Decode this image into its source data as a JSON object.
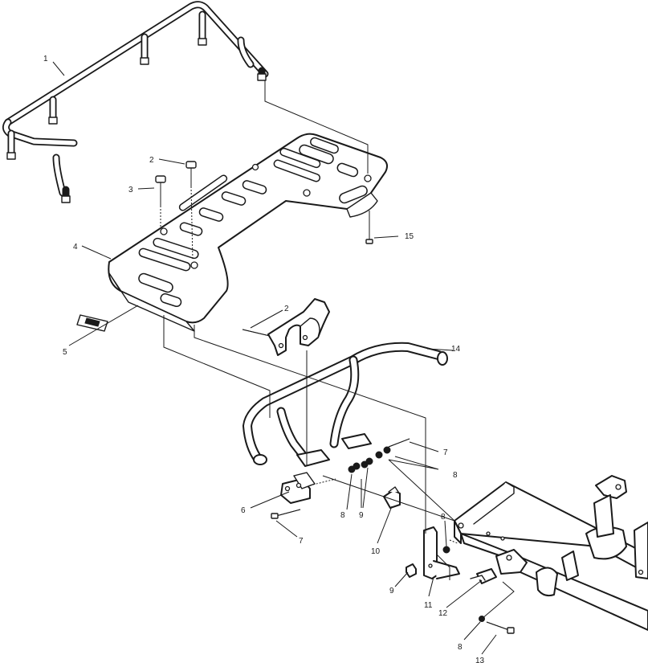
{
  "callouts": [
    {
      "id": "c1",
      "text": "1"
    },
    {
      "id": "c2a",
      "text": "2"
    },
    {
      "id": "c3",
      "text": "3"
    },
    {
      "id": "c4",
      "text": "4"
    },
    {
      "id": "c5",
      "text": "5"
    },
    {
      "id": "c15",
      "text": "15"
    },
    {
      "id": "c2b",
      "text": "2"
    },
    {
      "id": "c14",
      "text": "14"
    },
    {
      "id": "c7a",
      "text": "7"
    },
    {
      "id": "c8a",
      "text": "8"
    },
    {
      "id": "c6",
      "text": "6"
    },
    {
      "id": "c7b",
      "text": "7"
    },
    {
      "id": "c8b",
      "text": "8"
    },
    {
      "id": "c9a",
      "text": "9"
    },
    {
      "id": "c10",
      "text": "10"
    },
    {
      "id": "c8c",
      "text": "8"
    },
    {
      "id": "c9b",
      "text": "9"
    },
    {
      "id": "c11",
      "text": "11"
    },
    {
      "id": "c12",
      "text": "12"
    },
    {
      "id": "c8d",
      "text": "8"
    },
    {
      "id": "c13",
      "text": "13"
    }
  ]
}
